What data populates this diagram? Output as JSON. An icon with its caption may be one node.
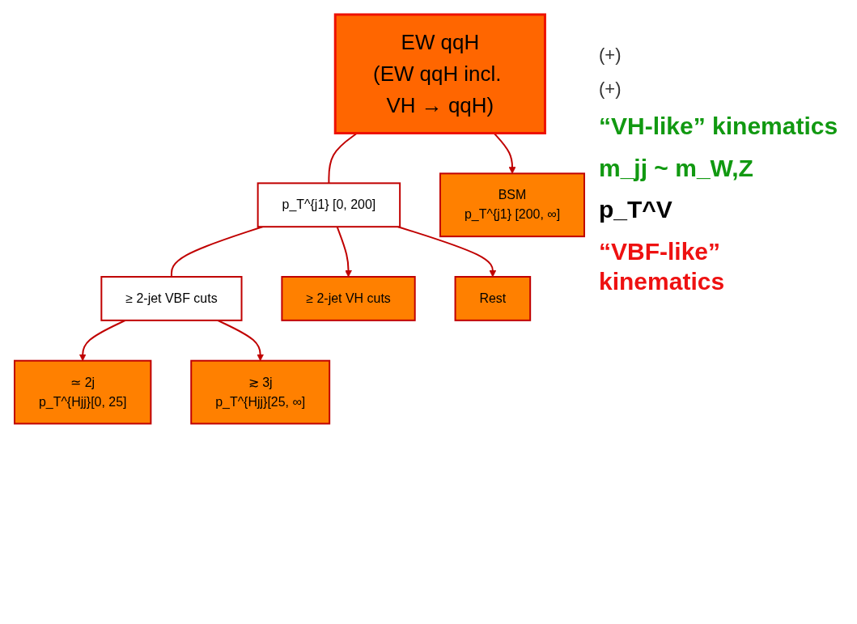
{
  "diagram": {
    "nodes": [
      {
        "text": [
          "EW qqH",
          "(EW qqH incl. VH → qqH)"
        ]
      },
      {
        "text": [
          "p_T^{j1} [0, 200]"
        ]
      },
      {
        "text": [
          "BSM",
          "p_T^{j1} [200, ∞]"
        ]
      },
      {
        "text": [
          "≥ 2-jet VBF cuts"
        ]
      },
      {
        "text": [
          "≥ 2-jet VH cuts"
        ]
      },
      {
        "text": [
          "Rest"
        ]
      },
      {
        "text": [
          "≃ 2j",
          "p_T^{Hjj}[0, 25]"
        ]
      },
      {
        "text": [
          "≳ 3j",
          "p_T^{Hjj}[25, ∞]"
        ]
      }
    ],
    "edges": [
      {
        "from": 0,
        "to": 1,
        "arrow": "none"
      },
      {
        "from": 0,
        "to": 2,
        "arrow": "to"
      },
      {
        "from": 1,
        "to": 3,
        "arrow": "none"
      },
      {
        "from": 1,
        "to": 4,
        "arrow": "to"
      },
      {
        "from": 1,
        "to": 5,
        "arrow": "to"
      },
      {
        "from": 3,
        "to": 6,
        "arrow": "to"
      },
      {
        "from": 3,
        "to": 7,
        "arrow": "to"
      }
    ],
    "labels": [
      "(+)",
      "(+)",
      "“VH-like” kinematics",
      "m_jj ~ m_W,Z",
      "p_T^V",
      "“VBF-like” kinematics"
    ]
  }
}
